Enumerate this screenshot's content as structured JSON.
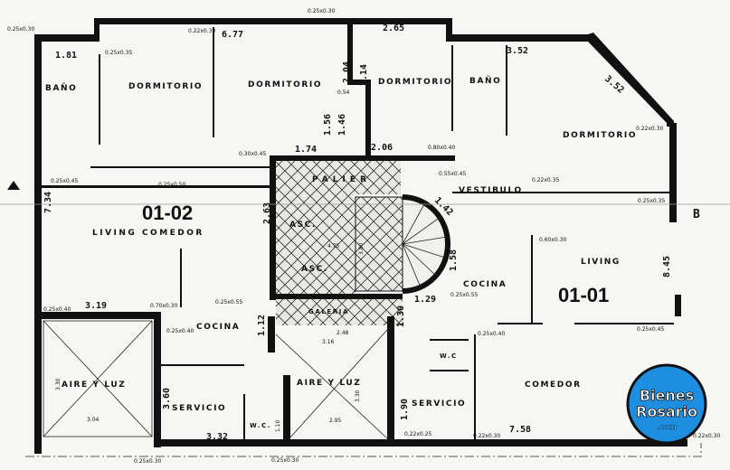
{
  "plan": {
    "units": {
      "left": "01-02",
      "right": "01-01"
    },
    "rooms": {
      "bano_left": "BAÑO",
      "dorm_1": "DORMITORIO",
      "dorm_2": "DORMITORIO",
      "dorm_3": "DORMITORIO",
      "bano_right": "BAÑO",
      "dorm_4": "DORMITORIO",
      "palier": "PALIER",
      "vestibulo": "VESTIBULO",
      "living_comedor": "LIVING COMEDOR",
      "asc_1": "ASC.",
      "asc_2": "ASC.",
      "galeria": "GALERIA",
      "cocina_left": "COCINA",
      "cocina_right": "COCINA",
      "living": "LIVING",
      "comedor": "COMEDOR",
      "aire_luz_left": "AIRE Y LUZ",
      "aire_luz_mid": "AIRE Y LUZ",
      "servicio_left": "SERVICIO",
      "servicio_right": "SERVICIO",
      "wc_left": "W.C.",
      "wc_right": "W.C"
    },
    "dimensions": {
      "d677": "6.77",
      "d181": "1.81",
      "d265": "2.65",
      "d352a": "3.52",
      "d352b": "3.52",
      "d204": "2.04",
      "d214": "2.14",
      "d156": "1.56",
      "d146": "1.46",
      "d174": "1.74",
      "d206": "2.06",
      "d734": "7.34",
      "d263": "2.63",
      "d142": "1.42",
      "d158": "1.58",
      "d129": "1.29",
      "d845": "8.45",
      "d319": "3.19",
      "d316": "3.16",
      "d248": "2.48",
      "d112": "1.12",
      "d130": "1.30",
      "d330a": "3.30",
      "d330b": "3.30",
      "d360": "3.60",
      "d304": "3.04",
      "d332": "3.32",
      "d295": "2.95",
      "d110": "1.10",
      "d190": "1.90",
      "d758": "7.58",
      "d475": "4.75",
      "d380": "3.80",
      "d054": "0.54"
    },
    "columns": {
      "c1": "0.25x0.30",
      "c2": "0.25x0.35",
      "c3": "0.22x0.30",
      "c4": "0.25x0.45",
      "c5": "0.25x0.50",
      "c6": "0.30x0.45",
      "c7": "0.80x0.40",
      "c8": "0.55x0.45",
      "c9": "0.22x0.35",
      "c10": "0.25x0.35",
      "c11": "0.60x0.30",
      "c12": "0.25x0.55",
      "c13": "0.25x0.40",
      "c14": "0.70x0.30",
      "c15": "0.25x0.40",
      "c16": "0.25x0.55",
      "c17": "0.25x0.40",
      "c18": "0.25x0.45",
      "c19": "0.22x0.25",
      "c20": "0.22x0.30",
      "c21": "0.25x0.30",
      "c22": "0.25x0.30",
      "c23": "0.22x0.30",
      "c24": "0.25x0.30",
      "c25": "0.22x0.30"
    },
    "markers": {
      "a": "A",
      "b": "B"
    }
  },
  "logo": {
    "line1": "Bienes",
    "line2": "Rosario",
    "line3": ".com",
    "color": "#1e8fe0"
  }
}
